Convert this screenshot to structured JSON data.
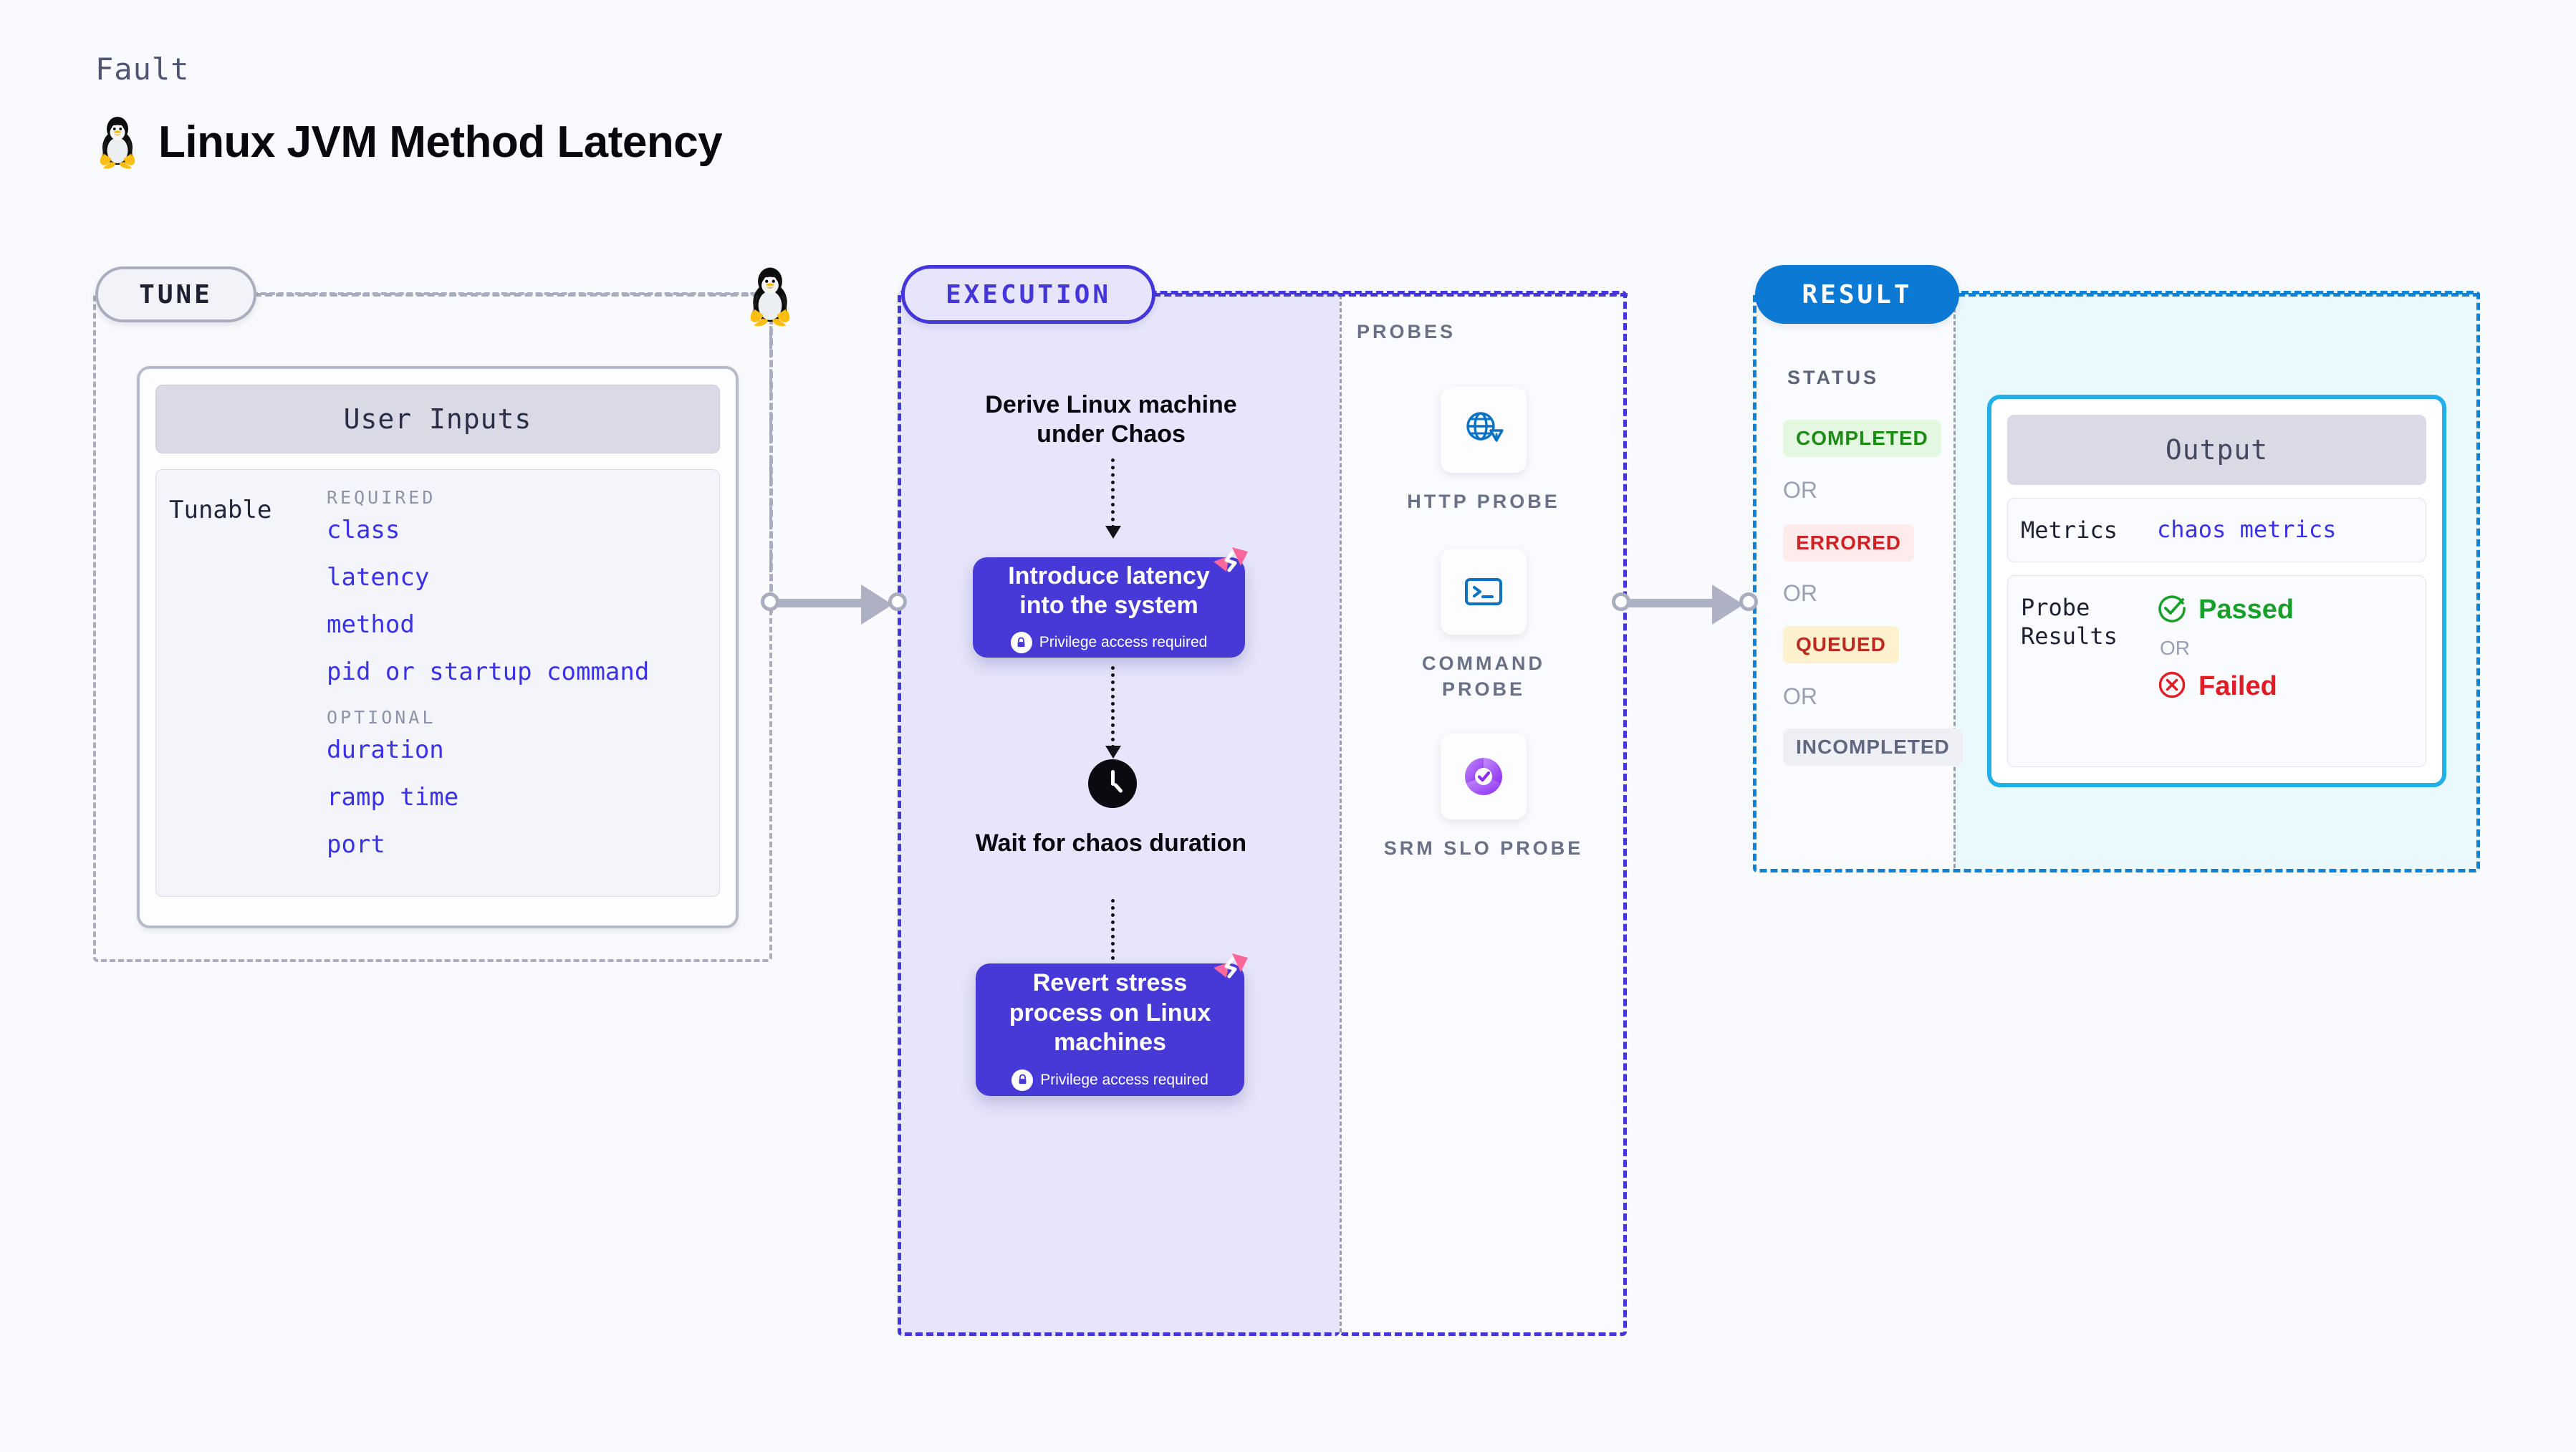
{
  "header": {
    "kicker": "Fault",
    "title": "Linux JVM Method Latency",
    "icon": "tux-penguin-icon"
  },
  "tune": {
    "pill_label": "TUNE",
    "card_title": "User Inputs",
    "tunable_label": "Tunable",
    "groups": [
      {
        "title": "REQUIRED",
        "params": [
          "class",
          "latency",
          "method",
          "pid or startup command"
        ]
      },
      {
        "title": "OPTIONAL",
        "params": [
          "duration",
          "ramp time",
          "port"
        ]
      }
    ]
  },
  "execution": {
    "pill_label": "EXECUTION",
    "step1_text": "Derive Linux machine under Chaos",
    "action1_title": "Introduce latency into the system",
    "action1_note": "Privilege access required",
    "wait_text": "Wait for chaos duration",
    "wait_icon": "clock-icon",
    "action2_title": "Revert stress process on Linux machines",
    "action2_note": "Privilege access required",
    "brand_mark": "harness-logo-icon"
  },
  "probes": {
    "label": "PROBES",
    "items": [
      {
        "name": "HTTP PROBE",
        "icon": "globe-warning-icon"
      },
      {
        "name": "COMMAND PROBE",
        "icon": "terminal-icon"
      },
      {
        "name": "SRM SLO PROBE",
        "icon": "srm-slo-check-icon"
      }
    ]
  },
  "result": {
    "pill_label": "RESULT",
    "status_label": "STATUS",
    "or_label": "OR",
    "statuses": [
      {
        "label": "COMPLETED",
        "bg": "#e4f7e1",
        "fg": "#1e8a16"
      },
      {
        "label": "ERRORED",
        "bg": "#fdeceb",
        "fg": "#cf2222"
      },
      {
        "label": "QUEUED",
        "bg": "#fdf2cd",
        "fg": "#bd2a20"
      },
      {
        "label": "INCOMPLETED",
        "bg": "#eff0f6",
        "fg": "#61677e"
      }
    ],
    "output": {
      "title": "Output",
      "metrics_key": "Metrics",
      "metrics_value": "chaos metrics",
      "probe_results_key": "Probe Results",
      "passed_label": "Passed",
      "failed_label": "Failed",
      "or_label": "OR",
      "pass_icon": "check-circle-icon",
      "fail_icon": "x-circle-icon"
    }
  },
  "colors": {
    "accent_purple": "#4536d9",
    "accent_blue": "#0c82d8",
    "accent_pink": "#f9679b",
    "lane_gray": "#a9adbd",
    "page_bg": "#f9fafd"
  }
}
